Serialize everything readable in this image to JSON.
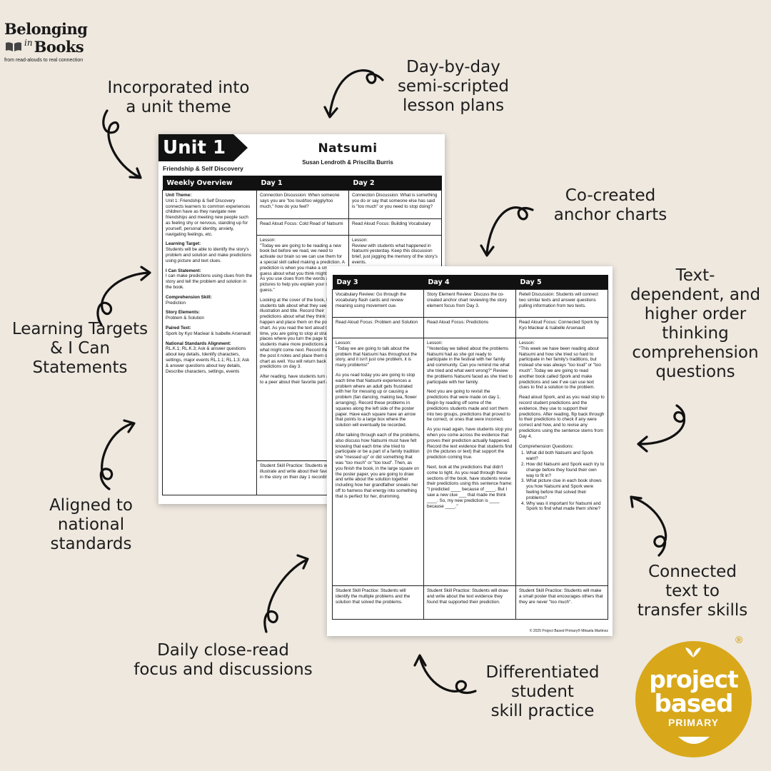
{
  "brand": {
    "line1": "Belonging",
    "in_word": "in",
    "line2": "Books",
    "tagline": "from read-alouds to real connection"
  },
  "callouts": {
    "unit_theme": [
      "Incorporated into",
      "a unit theme"
    ],
    "lesson_plans": [
      "Day-by-day",
      "semi-scripted",
      "lesson plans"
    ],
    "anchor_charts": [
      "Co-created",
      "anchor charts"
    ],
    "comprehension": [
      "Text-",
      "dependent, and",
      "higher order",
      "thinking",
      "comprehension",
      "questions"
    ],
    "learning_targets": [
      "Learning Targets",
      "& I Can",
      "Statements"
    ],
    "standards": [
      "Aligned to",
      "national",
      "standards"
    ],
    "connected_text": [
      "Connected",
      "text to",
      "transfer skills"
    ],
    "close_read": [
      "Daily close-read",
      "focus and discussions"
    ],
    "skill_practice": [
      "Differentiated",
      "student",
      "skill practice"
    ]
  },
  "sheet1": {
    "unit_label": "Unit 1",
    "theme": "Friendship & Self Discovery",
    "book_title": "Natsumi",
    "authors": "Susan Lendroth & Priscilla Burris",
    "headers": [
      "Weekly Overview",
      "Day 1",
      "Day 2"
    ],
    "overview": {
      "unit_theme_label": "Unit Theme:",
      "unit_theme_text": "Unit 1: Friendship & Self Discovery connects learners to common experiences children have as they navigate new friendships and meeting new people such as feeling shy or nervous, standing up for yourself, personal identity, anxiety, navigating feelings, etc.",
      "learning_target_label": "Learning Target:",
      "learning_target_text": "Students will be able to identify the story's problem and solution and make predictions using picture and text clues.",
      "i_can_label": "I Can Statement:",
      "i_can_text": "I can make predictions using clues from the story and tell the problem and solution in the book.",
      "skill_label": "Comprehension Skill:",
      "skill_text": "Prediction",
      "elements_label": "Story Elements:",
      "elements_text": "Problem & Solution",
      "paired_label": "Paired Text:",
      "paired_text": "Spork by Kyo Maclear & Isabelle Arsenault",
      "standards_label": "National Standards Alignment:",
      "standards_text": "RL.K.1; RL.K.3; Ask & answer questions about key details, Identify characters, settings, major events RL.1.1; RL.1.3; Ask & answer questions about key details, Describe characters, settings, events"
    },
    "day1": {
      "discussion": "Connection Discussion: When someone says you are \"too loud/too wiggly/too much,\" how do you feel?",
      "focus": "Read Aloud Focus: Cold Read of Natsumi",
      "lesson_label": "Lesson:",
      "lesson_p1": "\"Today we are going to be reading a new book but before we read, we need to activate our brain so we can use them for a special skill called making a prediction. A prediction is when you make a smart guess about what you think might happen. As you use clues from the words and pictures to help you explain your smart guess.\"",
      "lesson_p2": "Looking at the cover of the book, have students talk about what they see in the illustration and title. Record their predictions about what they think might happen and place them on the poster chart. As you read the text aloud this first time, you are going to stop at strategic places where you turn the page to have students make more predictions about what might come next. Record them on the post it notes and place them on the chart as well. You will return back to these predictions on day 3.",
      "lesson_p3": "After reading, have students turn and talk to a peer about their favorite part and why.",
      "practice": "Student Skill Practice: Students will illustrate and write about their favorite part in the story on their day 1 recording sheet."
    },
    "day2": {
      "discussion": "Connection Discussion: What is something you do or say that someone else has said is \"too much\" or you need to stop doing?",
      "focus": "Read Aloud Focus: Building Vocabulary",
      "lesson_label": "Lesson:",
      "lesson_p1": "Review with students what happened in Natsumi yesterday. Keep this discussion brief, just jogging the memory of the story's events."
    }
  },
  "sheet2": {
    "headers": [
      "Day 3",
      "Day 4",
      "Day 5"
    ],
    "day3": {
      "review": "Vocabulary Review: Go through the vocabulary flash cards and review meaning using movement cue.",
      "focus": "Read Aloud Focus: Problem and Solution",
      "lesson_label": "Lesson:",
      "lesson_p1": "\"Today we are going to talk about the problem that Natsumi has throughout the story, and it isn't just one problem, it is many problems!\"",
      "lesson_p2": "As you read today you are going to stop each time that Natsumi experiences a problem where an adult gets frustrated with her for messing up or causing a problem (fan dancing, making tea, flower arranging). Record these problems in squares along the left side of the poster paper. Have each square have an arrow that points to a large box where the solution will eventually be recorded.",
      "lesson_p3": "After talking through each of the problems, also discuss how Natsumi must have felt knowing that each time she tried to participate or be a part of a family tradition she \"messed up\" or did something that was \"too much\" or \"too loud\". Then, as you finish the book, in the large square on the poster paper, you are going to draw and write about the solution together including how her grandfather sneaks her off to harness that energy into something that is perfect for her, drumming.",
      "practice": "Student Skill Practice: Students will identify the multiple problems and the solution that solved the problems."
    },
    "day4": {
      "review": "Story Element Review: Discuss the co-created anchor chart reviewing the story element focus from Day 3.",
      "focus": "Read Aloud Focus: Predictions",
      "lesson_label": "Lesson:",
      "lesson_p1": "\"Yesterday we talked about the problems Natsumi had as she got ready to participate in the festival with her family and community. Can you remind me what she tried and what went wrong?\" Review the problems Natsumi faced as she tried to participate with her family.",
      "lesson_p2": "Next you are going to revisit the predictions that were made on day 1. Begin by reading off some of the predictions students made and sort them into two groups, predictions that proved to be correct, or ones that were incorrect.",
      "lesson_p3": "As you read again, have students stop you when you come across the evidence that proves their prediction actually happened. Record the text evidence that students find (in the pictures or text) that support the prediction coming true.",
      "lesson_p4": "Next, look at the predictions that didn't come to light. As you read through these sections of the book, have students revise their predictions using this sentence frame: \"I predicted ____ because of ____. But I saw a new clue ___ that made me think ____. So, my new prediction is ____ because ____.\"",
      "practice": "Student Skill Practice: Students will draw and write about the text evidence they found that supported their prediction."
    },
    "day5": {
      "review": "Retell Discussion: Students will connect two similar texts and answer questions pulling information from two texts.",
      "focus": "Read Aloud Focus: Connected Spork by Kyo Maclear & Isabelle Arsenault",
      "lesson_label": "Lesson:",
      "lesson_p1": "\"This week we have been reading about Natsumi and how she tried so hard to participate in her family's traditions, but instead she was always \"too loud\" or \"too much\". Today we are going to read another book called Spork and make predictions and see if we can use text clues to find a solution to the problem.",
      "lesson_p2": "Read aloud Spork, and as you read stop to record student predictions and the evidence, they use to support their predictions. After reading, flip back through to their predictions to check if any were correct and how, and to revise any predictions using the sentence stems from Day 4.",
      "questions_label": "Comprehension Questions:",
      "questions": [
        "What did both Natsumi and Spork want?",
        "How did Natsumi and Spork each try to change before they found their own way to fit in?",
        "What picture clue in each book shows you how Natsumi and Spork were feeling before that solved their problems?",
        "Why was it important for Natsumi and Spork to find what made them shine?"
      ],
      "practice": "Student Skill Practice: Students will make a small poster that encourages others that they are never \"too much\"."
    },
    "copyright": "© 2025 Project Based Primary® Mikaela Martinez"
  },
  "badge": {
    "line1": "project",
    "line2": "based",
    "line3": "PRIMARY",
    "reg": "®"
  },
  "colors": {
    "background": "#eee8df",
    "badge": "#d8a81a",
    "ink": "#111111"
  }
}
